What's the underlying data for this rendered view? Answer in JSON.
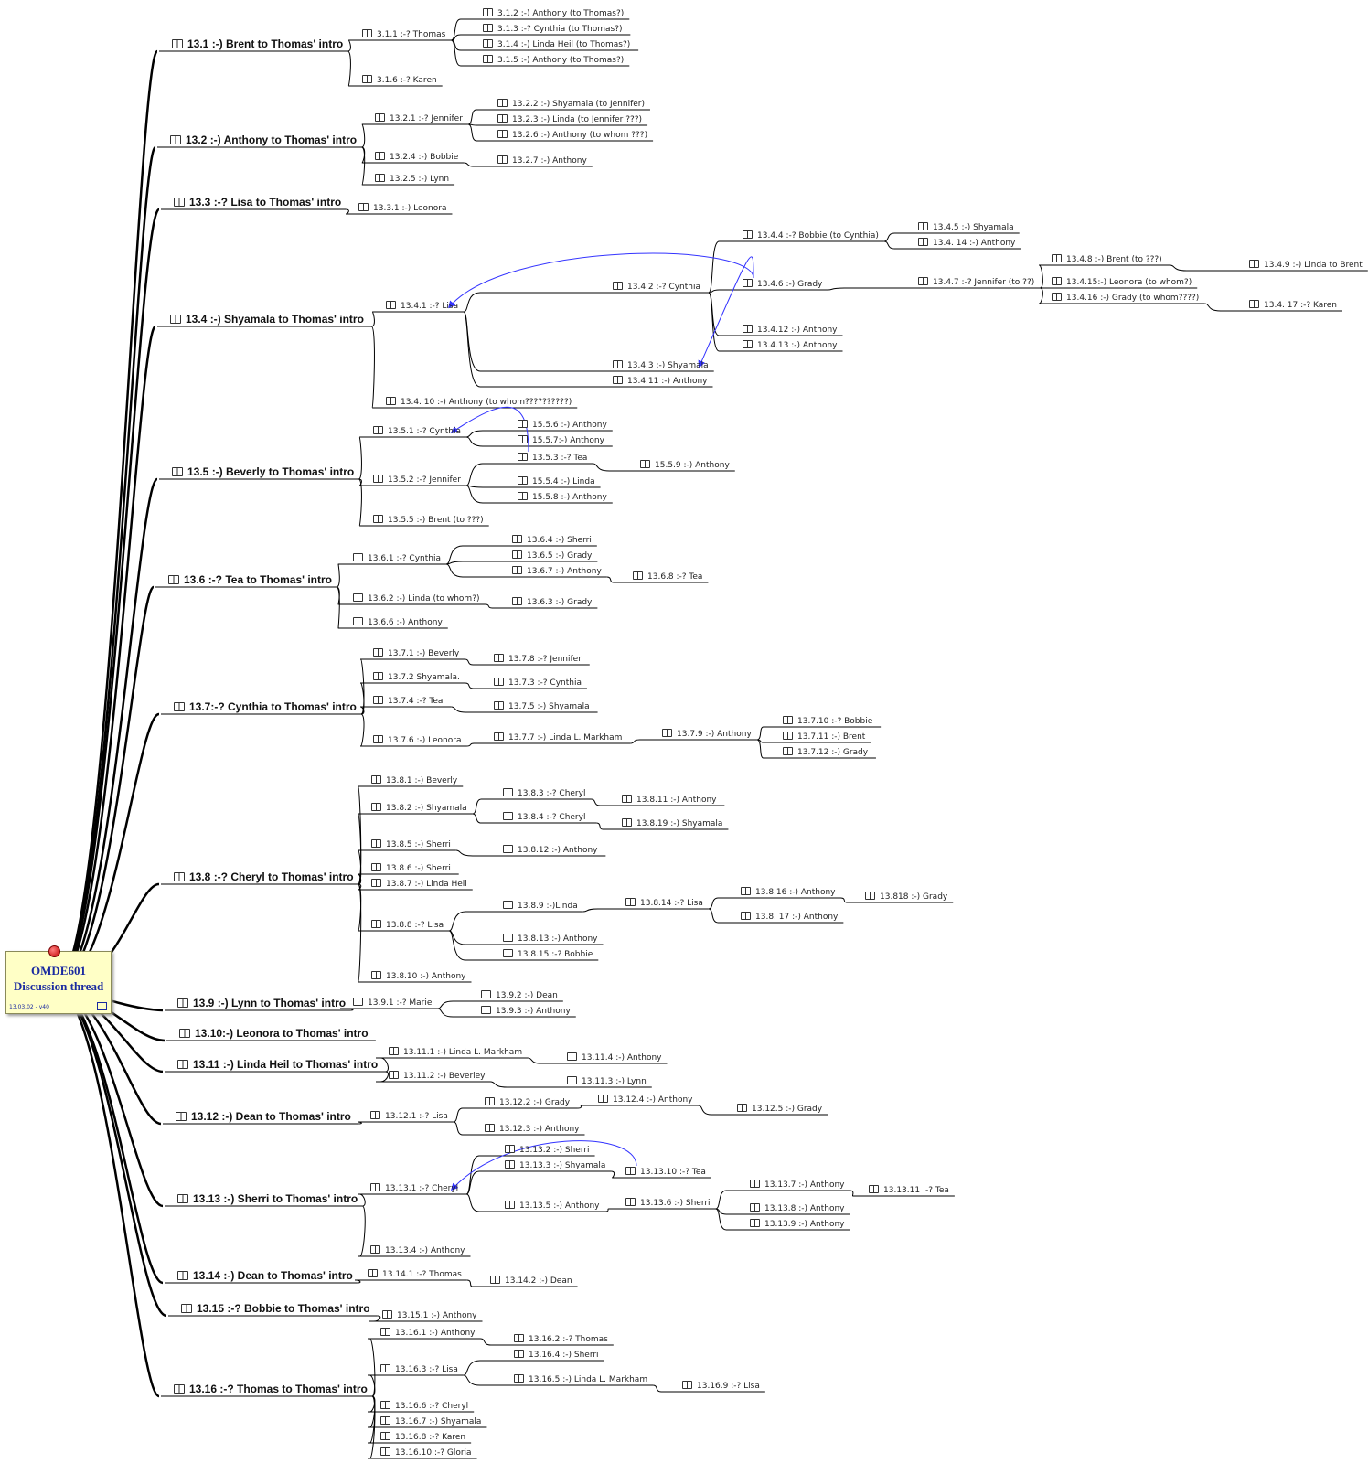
{
  "root": {
    "line1": "OMDE601",
    "line2": "Discussion thread",
    "meta": "13.03.02 - v40"
  },
  "colors": {
    "branch": "#000000",
    "cross_link": "#3333ff",
    "root_fill": "#ffffc6",
    "root_text": "#1a2aa0"
  },
  "node_icon": "book-icon",
  "topics": [
    {
      "id": "t1",
      "label": "13.1 :-) Brent to Thomas' intro",
      "children": [
        {
          "id": "n311",
          "label": "3.1.1 :-? Thomas",
          "children": [
            {
              "id": "n312",
              "label": "3.1.2 :-) Anthony (to Thomas?)"
            },
            {
              "id": "n313",
              "label": "3.1.3 :-?  Cynthia (to Thomas?)"
            },
            {
              "id": "n314",
              "label": "3.1.4 :-) Linda Heil  (to Thomas?)"
            },
            {
              "id": "n315",
              "label": "3.1.5 :-) Anthony (to Thomas?)"
            }
          ]
        },
        {
          "id": "n316",
          "label": "3.1.6 :-? Karen"
        }
      ]
    },
    {
      "id": "t2",
      "label": "13.2 :-) Anthony to Thomas' intro",
      "children": [
        {
          "id": "n1321",
          "label": "13.2.1 :-? Jennifer",
          "children": [
            {
              "id": "n1322",
              "label": "13.2.2 :-) Shyamala (to Jennifer)"
            },
            {
              "id": "n1323",
              "label": "13.2.3 :-) Linda (to Jennifer ???)"
            },
            {
              "id": "n1326",
              "label": "13.2.6 :-) Anthony (to whom ???)"
            }
          ]
        },
        {
          "id": "n1324",
          "label": "13.2.4 :-) Bobbie",
          "children": [
            {
              "id": "n1327",
              "label": "13.2.7 :-) Anthony"
            }
          ]
        },
        {
          "id": "n1325",
          "label": "13.2.5 :-) Lynn"
        }
      ]
    },
    {
      "id": "t3",
      "label": "13.3 :-? Lisa to Thomas' intro",
      "children": [
        {
          "id": "n1331",
          "label": "13.3.1 :-) Leonora"
        }
      ]
    },
    {
      "id": "t4",
      "label": "13.4 :-)  Shyamala to Thomas' intro",
      "children": [
        {
          "id": "n1341",
          "label": "13.4.1 :-? Lisa",
          "children": [
            {
              "id": "n1342",
              "label": "13.4.2  :-? Cynthia",
              "children": [
                {
                  "id": "n1344",
                  "label": "13.4.4 :-? Bobbie (to Cynthia)",
                  "children": [
                    {
                      "id": "n1345",
                      "label": "13.4.5 :-) Shyamala"
                    },
                    {
                      "id": "n13414",
                      "label": "13.4. 14 :-) Anthony"
                    }
                  ]
                },
                {
                  "id": "n1346",
                  "label": "13.4.6 :-) Grady",
                  "children": [
                    {
                      "id": "n1347",
                      "label": "13.4.7 :-? Jennifer (to ??)",
                      "children": [
                        {
                          "id": "n1348",
                          "label": "13.4.8 :-)  Brent (to ???)",
                          "children": [
                            {
                              "id": "n1349",
                              "label": "13.4.9 :-) Linda to Brent"
                            }
                          ]
                        },
                        {
                          "id": "n13415",
                          "label": "13.4.15:-) Leonora (to whom?)"
                        },
                        {
                          "id": "n13416",
                          "label": "13.4.16 :-) Grady (to whom????)",
                          "children": [
                            {
                              "id": "n13417",
                              "label": "13.4. 17 :-? Karen"
                            }
                          ]
                        }
                      ]
                    }
                  ]
                },
                {
                  "id": "n13412",
                  "label": "13.4.12 :-) Anthony"
                },
                {
                  "id": "n13413",
                  "label": "13.4.13 :-) Anthony"
                }
              ]
            },
            {
              "id": "n1343",
              "label": "13.4.3 :-) Shyamala"
            },
            {
              "id": "n13411",
              "label": "13.4.11 :-) Anthony"
            }
          ]
        },
        {
          "id": "n13410",
          "label": "13.4. 10 :-) Anthony (to whom??????????)"
        }
      ]
    },
    {
      "id": "t5",
      "label": "13.5 :-) Beverly to Thomas' intro",
      "children": [
        {
          "id": "n1351",
          "label": "13.5.1 :-? Cynthia",
          "children": [
            {
              "id": "n1556",
              "label": "15.5.6 :-) Anthony"
            },
            {
              "id": "n1557",
              "label": "15.5.7:-)  Anthony"
            }
          ]
        },
        {
          "id": "n1352",
          "label": "13.5.2 :-? Jennifer",
          "children": [
            {
              "id": "n1353",
              "label": "13.5.3 :-? Tea",
              "children": [
                {
                  "id": "n1559",
                  "label": "15.5.9 :-) Anthony"
                }
              ]
            },
            {
              "id": "n1554",
              "label": "15.5.4 :-) Linda"
            },
            {
              "id": "n1558",
              "label": "15.5.8 :-) Anthony"
            }
          ]
        },
        {
          "id": "n1355",
          "label": "13.5.5 :-) Brent (to ???)"
        }
      ]
    },
    {
      "id": "t6",
      "label": "13.6 :-? Tea to Thomas' intro",
      "children": [
        {
          "id": "n1361",
          "label": "13.6.1 :-? Cynthia",
          "children": [
            {
              "id": "n1364",
              "label": "13.6.4 :-) Sherri"
            },
            {
              "id": "n1365",
              "label": "13.6.5 :-) Grady"
            },
            {
              "id": "n1367",
              "label": "13.6.7 :-) Anthony",
              "children": [
                {
                  "id": "n1368",
                  "label": "13.6.8 :-? Tea"
                }
              ]
            }
          ]
        },
        {
          "id": "n1362",
          "label": "13.6.2 :-) Linda (to whom?)",
          "children": [
            {
              "id": "n1363",
              "label": "13.6.3 :-) Grady"
            }
          ]
        },
        {
          "id": "n1366",
          "label": "13.6.6 :-) Anthony"
        }
      ]
    },
    {
      "id": "t7",
      "label": "13.7:-? Cynthia to Thomas' intro",
      "children": [
        {
          "id": "n1371",
          "label": "13.7.1 :-) Beverly",
          "children": [
            {
              "id": "n1378",
              "label": "13.7.8  :-? Jennifer"
            }
          ]
        },
        {
          "id": "n1372",
          "label": "13.7.2 Shyamala.",
          "children": [
            {
              "id": "n1373",
              "label": "13.7.3 :-? Cynthia"
            }
          ]
        },
        {
          "id": "n1374",
          "label": "13.7.4  :-? Tea",
          "children": [
            {
              "id": "n1375",
              "label": "13.7.5 :-)  Shyamala"
            }
          ]
        },
        {
          "id": "n1376",
          "label": "13.7.6 :-) Leonora",
          "children": [
            {
              "id": "n1377",
              "label": "13.7.7  :-) Linda L. Markham",
              "children": [
                {
                  "id": "n1379",
                  "label": "13.7.9 :-) Anthony",
                  "children": [
                    {
                      "id": "n13710",
                      "label": "13.7.10  :-? Bobbie"
                    },
                    {
                      "id": "n13711",
                      "label": "13.7.11 :-) Brent"
                    },
                    {
                      "id": "n13712",
                      "label": "13.7.12  :-) Grady"
                    }
                  ]
                }
              ]
            }
          ]
        }
      ]
    },
    {
      "id": "t8",
      "label": "13.8 :-? Cheryl to Thomas' intro",
      "children": [
        {
          "id": "n1381",
          "label": "13.8.1 :-) Beverly"
        },
        {
          "id": "n1382",
          "label": "13.8.2 :-) Shyamala",
          "children": [
            {
              "id": "n1383",
              "label": "13.8.3 :-? Cheryl",
              "children": [
                {
                  "id": "n13811",
                  "label": "13.8.11 :-)  Anthony"
                }
              ]
            },
            {
              "id": "n1384",
              "label": "13.8.4  :-?  Cheryl",
              "children": [
                {
                  "id": "n13819",
                  "label": "13.8.19 :-) Shyamala"
                }
              ]
            }
          ]
        },
        {
          "id": "n1385",
          "label": "13.8.5 :-) Sherri",
          "children": [
            {
              "id": "n13812",
              "label": "13.8.12 :-)  Anthony"
            }
          ]
        },
        {
          "id": "n1386",
          "label": "13.8.6 :-)  Sherri"
        },
        {
          "id": "n1387",
          "label": "13.8.7 :-) Linda Heil"
        },
        {
          "id": "n1388",
          "label": "13.8.8 :-? Lisa",
          "children": [
            {
              "id": "n1389",
              "label": "13.8.9 :-)Linda",
              "children": [
                {
                  "id": "n13814",
                  "label": "13.8.14 :-? Lisa",
                  "children": [
                    {
                      "id": "n13816",
                      "label": "13.8.16 :-) Anthony",
                      "children": [
                        {
                          "id": "n13818",
                          "label": "13.818 :-) Grady"
                        }
                      ]
                    },
                    {
                      "id": "n13817",
                      "label": "13.8. 17 :-) Anthony"
                    }
                  ]
                }
              ]
            },
            {
              "id": "n13813",
              "label": "13.8.13 :-) Anthony"
            },
            {
              "id": "n13815",
              "label": "13.8.15 :-? Bobbie"
            }
          ]
        },
        {
          "id": "n13810",
          "label": "13.8.10 :-) Anthony"
        }
      ]
    },
    {
      "id": "t9",
      "label": "13.9 :-) Lynn to Thomas' intro",
      "children": [
        {
          "id": "n1391",
          "label": "13.9.1 :-? Marie",
          "children": [
            {
              "id": "n1392",
              "label": "13.9.2 :-) Dean"
            },
            {
              "id": "n1393",
              "label": "13.9.3 :-) Anthony"
            }
          ]
        }
      ]
    },
    {
      "id": "t10",
      "label": "13.10:-)  Leonora to Thomas' intro"
    },
    {
      "id": "t11",
      "label": "13.11 :-) Linda Heil  to Thomas' intro",
      "children": [
        {
          "id": "n13111",
          "label": "13.11.1 :-) Linda L. Markham",
          "children": [
            {
              "id": "n13114",
              "label": "13.11.4 :-) Anthony"
            }
          ]
        },
        {
          "id": "n13112",
          "label": "13.11.2 :-) Beverley",
          "children": [
            {
              "id": "n13113",
              "label": "13.11.3 :-) Lynn"
            }
          ]
        }
      ]
    },
    {
      "id": "t12",
      "label": "13.12 :-)  Dean to Thomas' intro",
      "children": [
        {
          "id": "n13121",
          "label": "13.12.1 :-? Lisa",
          "children": [
            {
              "id": "n13122",
              "label": "13.12.2  :-) Grady",
              "children": [
                {
                  "id": "n13124",
                  "label": "13.12.4 :-) Anthony",
                  "children": [
                    {
                      "id": "n13125",
                      "label": "13.12.5 :-) Grady"
                    }
                  ]
                }
              ]
            },
            {
              "id": "n13123",
              "label": "13.12.3 :-) Anthony"
            }
          ]
        }
      ]
    },
    {
      "id": "t13",
      "label": "13.13 :-) Sherri to Thomas' intro",
      "children": [
        {
          "id": "n13131",
          "label": "13.13.1  :-? Cheryl",
          "children": [
            {
              "id": "n13132",
              "label": "13.13.2 :-) Sherri"
            },
            {
              "id": "n13133",
              "label": "13.13.3 :-) Shyamala",
              "children": [
                {
                  "id": "n131310",
                  "label": "13.13.10 :-? Tea"
                }
              ]
            },
            {
              "id": "n13135",
              "label": "13.13.5 :-) Anthony",
              "children": [
                {
                  "id": "n13136",
                  "label": "13.13.6 :-) Sherri",
                  "children": [
                    {
                      "id": "n13137",
                      "label": "13.13.7 :-) Anthony",
                      "children": [
                        {
                          "id": "n131311",
                          "label": "13.13.11 :-? Tea"
                        }
                      ]
                    },
                    {
                      "id": "n13138",
                      "label": "13.13.8 :-) Anthony"
                    },
                    {
                      "id": "n13139",
                      "label": "13.13.9 :-) Anthony"
                    }
                  ]
                }
              ]
            }
          ]
        },
        {
          "id": "n13134",
          "label": "13.13.4 :-) Anthony"
        }
      ]
    },
    {
      "id": "t14",
      "label": "13.14 :-) Dean to Thomas' intro",
      "children": [
        {
          "id": "n13141",
          "label": "13.14.1 :-? Thomas",
          "children": [
            {
              "id": "n13142",
              "label": "13.14.2 :-) Dean"
            }
          ]
        }
      ]
    },
    {
      "id": "t15",
      "label": "13.15 :-?  Bobbie to Thomas' intro",
      "children": [
        {
          "id": "n13151",
          "label": "13.15.1 :-) Anthony"
        }
      ]
    },
    {
      "id": "t16",
      "label": "13.16 :-? Thomas to Thomas' intro",
      "children": [
        {
          "id": "n13161",
          "label": "13.16.1 :-) Anthony",
          "children": [
            {
              "id": "n13162",
              "label": "13.16.2 :-? Thomas"
            }
          ]
        },
        {
          "id": "n13163",
          "label": "13.16.3 :-? Lisa",
          "children": [
            {
              "id": "n13164",
              "label": "13.16.4 :-) Sherri"
            },
            {
              "id": "n13165",
              "label": "13.16.5 :-) Linda L. Markham",
              "children": [
                {
                  "id": "n13169",
                  "label": "13.16.9 :-? Lisa"
                }
              ]
            }
          ]
        },
        {
          "id": "n13166",
          "label": "13.16.6 :-? Cheryl"
        },
        {
          "id": "n13167",
          "label": "13.16.7 :-) Shyamala"
        },
        {
          "id": "n13168",
          "label": "13.16.8 :-? Karen"
        },
        {
          "id": "n131610",
          "label": "13.16.10 :-? Gloria"
        }
      ]
    }
  ],
  "cross_links": [
    {
      "from": "n1346",
      "to": "n1341"
    },
    {
      "from": "n1346",
      "to": "n1343"
    },
    {
      "from": "n1353",
      "to": "n1351"
    },
    {
      "from": "n131310",
      "to": "n13131"
    }
  ]
}
